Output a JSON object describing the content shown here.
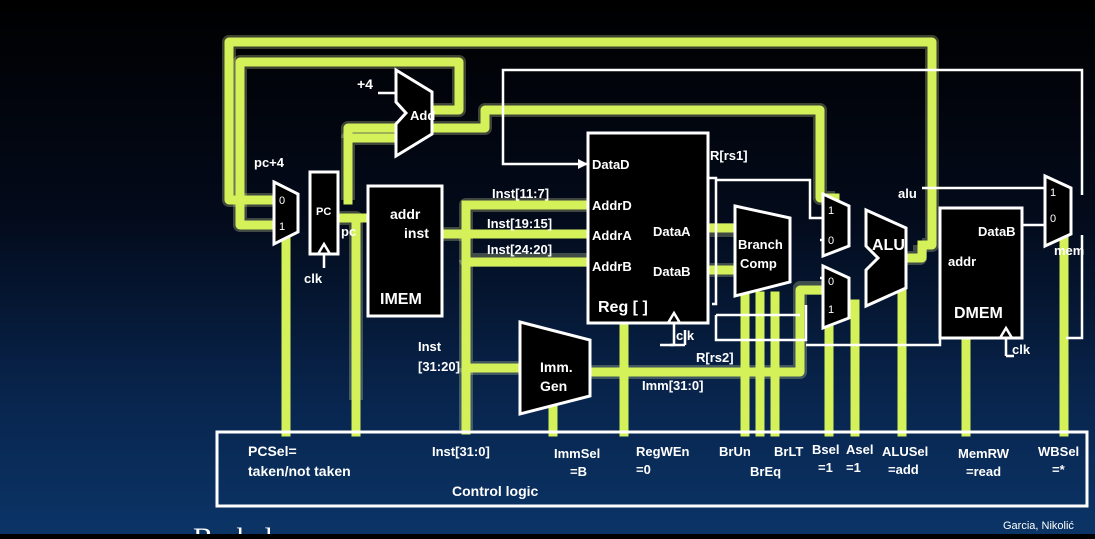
{
  "blocks": {
    "pc_mux": {
      "in0": "0",
      "in1": "1",
      "top_label": "pc+4"
    },
    "pc": {
      "label": "PC",
      "out_label": "pc",
      "clk": "clk"
    },
    "adder": {
      "label": "Add",
      "plus4": "+4"
    },
    "imem": {
      "label": "IMEM",
      "addr": "addr",
      "inst": "inst"
    },
    "regfile": {
      "label": "Reg [ ]",
      "datad": "DataD",
      "addrd": "AddrD",
      "addra": "AddrA",
      "addrb": "AddrB",
      "dataa": "DataA",
      "datab": "DataB",
      "clk": "clk"
    },
    "immgen": {
      "line1": "Imm.",
      "line2": "Gen"
    },
    "branch": {
      "line1": "Branch",
      "line2": "Comp"
    },
    "alu": {
      "label": "ALU"
    },
    "a_mux": {
      "in1": "1",
      "in0": "0"
    },
    "b_mux": {
      "in1": "1",
      "in0": "0"
    },
    "dmem": {
      "label": "DMEM",
      "addr": "addr",
      "datab": "DataB",
      "clk": "clk"
    },
    "wb_mux": {
      "in1": "1",
      "in0": "0"
    }
  },
  "wires": {
    "inst_11_7": "Inst[11:7]",
    "inst_19_15": "Inst[19:15]",
    "inst_24_20": "Inst[24:20]",
    "inst_31_20_a": "Inst",
    "inst_31_20_b": "[31:20]",
    "rs1": "R[rs1]",
    "rs2": "R[rs2]",
    "imm": "Imm[31:0]",
    "alu": "alu",
    "mem": "mem"
  },
  "control": {
    "title": "Control logic",
    "pcsel_1": "PCSel=",
    "pcsel_2": "taken/not taken",
    "inst": "Inst[31:0]",
    "immsel_1": "ImmSel",
    "immsel_2": "=B",
    "regwen_1": "RegWEn",
    "regwen_2": "=0",
    "brun": "BrUn",
    "breq": "BrEq",
    "brlt": "BrLT",
    "bsel_1": "Bsel",
    "bsel_2": "=1",
    "asel_1": "Asel",
    "asel_2": "=1",
    "alusel_1": "ALUSel",
    "alusel_2": "=add",
    "memrw_1": "MemRW",
    "memrw_2": "=read",
    "wbsel_1": "WBSel",
    "wbsel_2": "=*"
  },
  "footer": {
    "credit": "Garcia, Nikolić",
    "left_text": "Berkeley"
  },
  "colors": {
    "highlight": "#d4f15a",
    "wire": "#ffffff",
    "background_top": "#000000",
    "background_bottom": "#0b3466"
  }
}
